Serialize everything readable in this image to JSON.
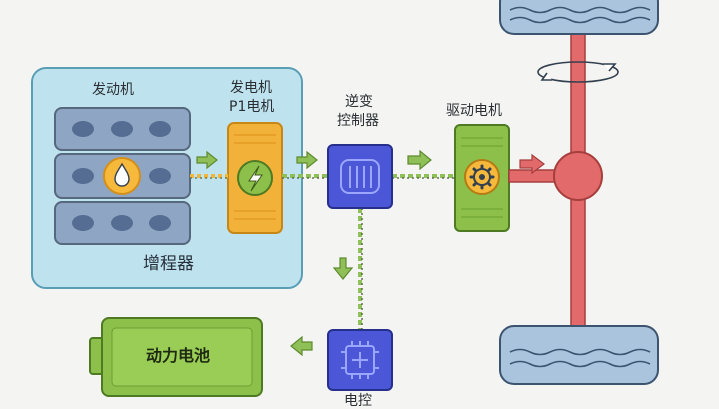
{
  "labels": {
    "engine": "发动机",
    "generator_line1": "发电机",
    "generator_line2": "P1电机",
    "inverter_line1": "逆变",
    "inverter_line2": "控制器",
    "drive_motor": "驱动电机",
    "range_extender": "增程器",
    "battery": "动力电池",
    "bottom_partial": "电控"
  },
  "icons": {
    "engine": "fuel-drop-icon",
    "generator": "lightning-icon",
    "inverter": "coil-icon",
    "motor": "gear-icon",
    "bms": "chip-icon",
    "axle": "rotation-arrow-icon"
  },
  "colors": {
    "range_extender_bg": "#bfe3ee",
    "range_extender_border": "#5a9eb6",
    "generator": "#f2b23a",
    "inverter": "#4b57d6",
    "motor": "#8cc04a",
    "battery": "#8cc04a",
    "axle": "#e26a6a",
    "arrow_green": "#8fbf57",
    "dotted_orange": "#f0b73e"
  }
}
